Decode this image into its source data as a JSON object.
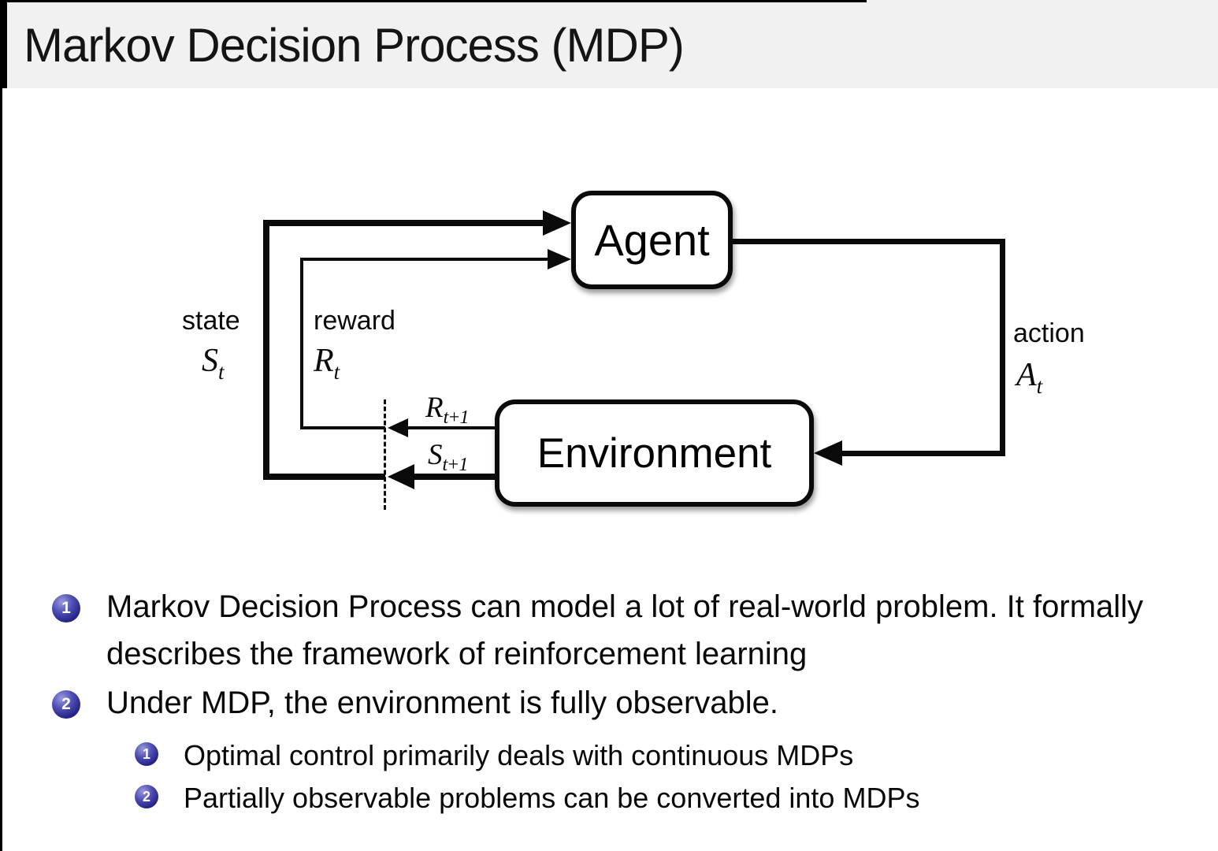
{
  "slide": {
    "title": "Markov Decision Process (MDP)"
  },
  "diagram": {
    "agent_label": "Agent",
    "environment_label": "Environment",
    "state_label": "state",
    "state_symbol_base": "S",
    "state_symbol_sub": "t",
    "reward_label": "reward",
    "reward_symbol_base": "R",
    "reward_symbol_sub": "t",
    "action_label": "action",
    "action_symbol_base": "A",
    "action_symbol_sub": "t",
    "next_reward_base": "R",
    "next_reward_sub": "t+1",
    "next_state_base": "S",
    "next_state_sub": "t+1"
  },
  "bullets": {
    "item1": {
      "number": "1",
      "text": "Markov Decision Process can model a lot of real-world problem. It formally describes the framework of reinforcement learning"
    },
    "item2": {
      "number": "2",
      "text": "Under MDP, the environment is fully observable."
    },
    "sub1": {
      "number": "1",
      "text": "Optimal control primarily deals with continuous MDPs"
    },
    "sub2": {
      "number": "2",
      "text": "Partially observable problems can be converted into MDPs"
    }
  },
  "colors": {
    "title_band_bg": "#f1f1f1",
    "bullet_ball": "#3333b3",
    "ink": "#000000"
  }
}
